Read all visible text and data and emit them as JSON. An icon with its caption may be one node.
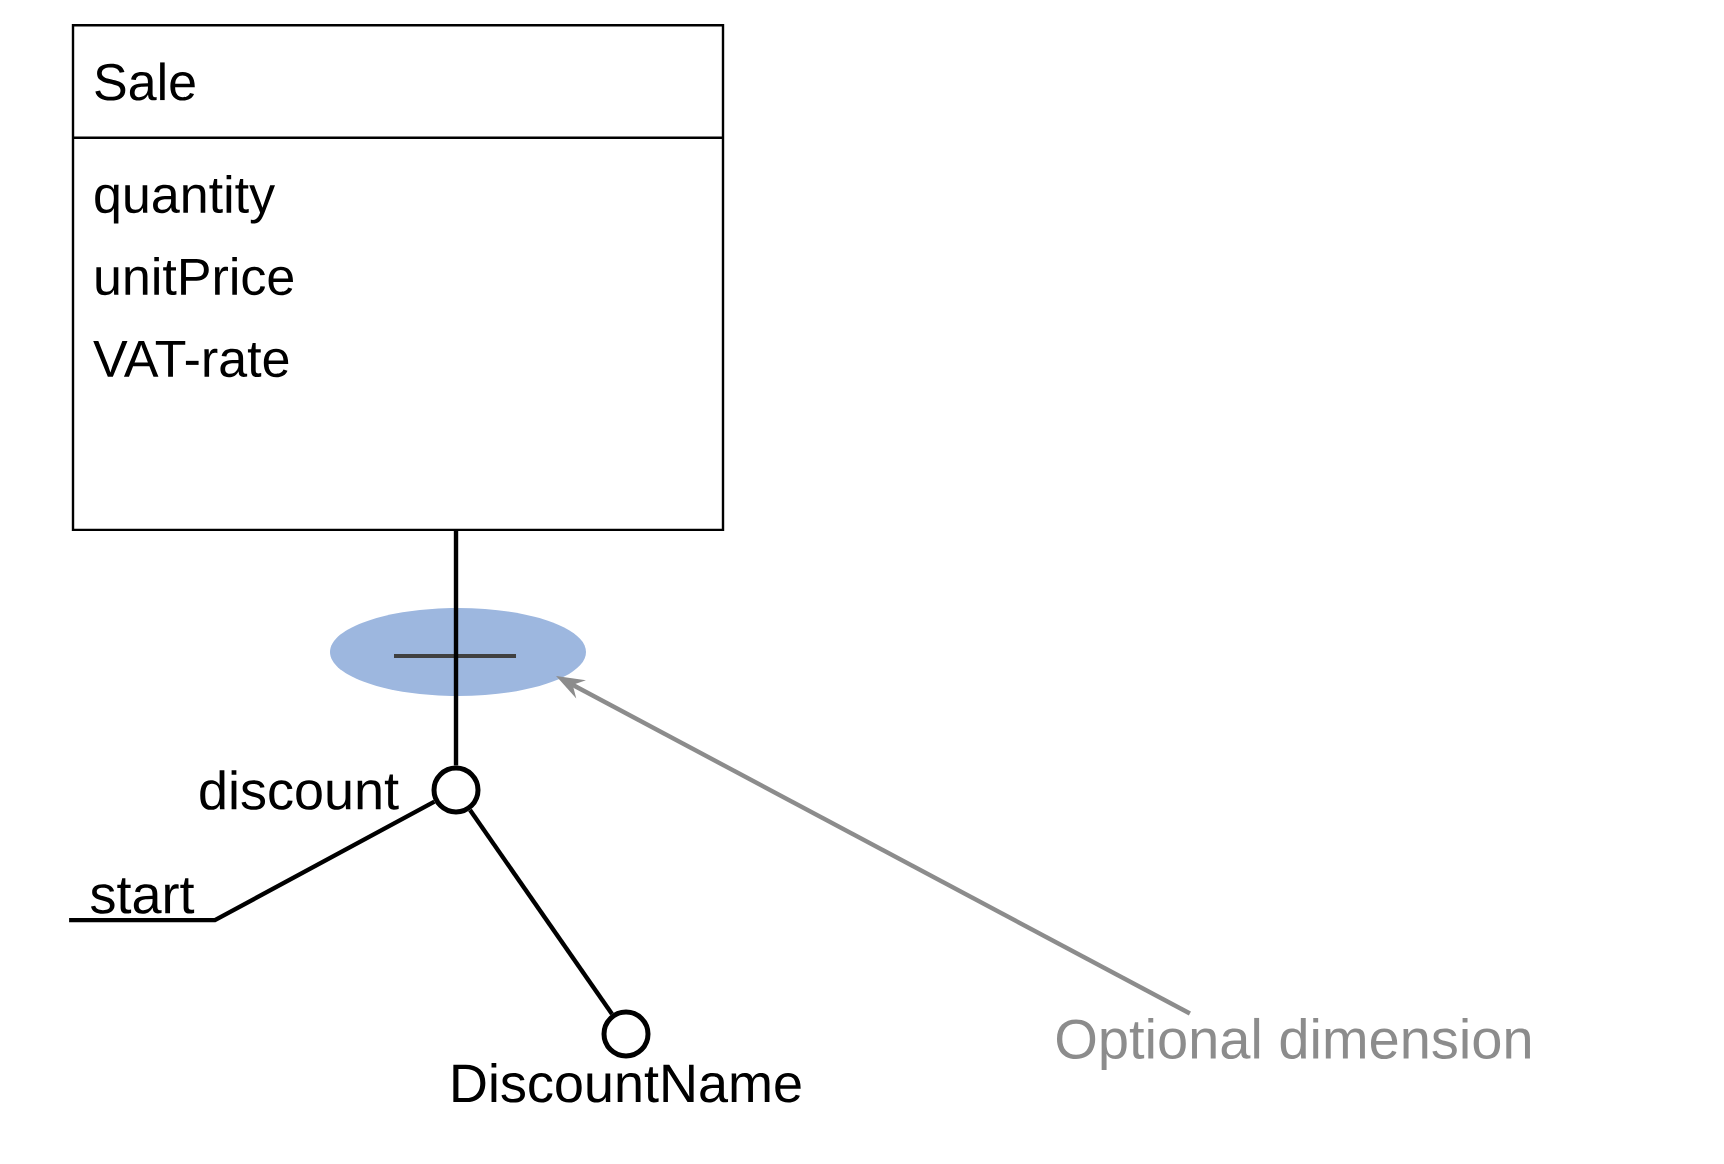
{
  "diagram": {
    "nodes": [
      {
        "text": [
          "Sale",
          "quantity",
          "unitPrice",
          "VAT-rate"
        ]
      },
      {
        "text": [],
        "shape": "circle",
        "beside": [
          "discount"
        ]
      },
      {
        "text": [
          "start"
        ]
      },
      {
        "text": [],
        "shape": "circle",
        "beside": [
          "DiscountName"
        ]
      },
      {
        "text": [
          "Optional dimension"
        ]
      }
    ],
    "edges": [
      {
        "from": 0,
        "to": 1,
        "arrow": "none"
      },
      {
        "from": 1,
        "to": 2,
        "arrow": "none"
      },
      {
        "from": 1,
        "to": 3,
        "arrow": "none"
      },
      {
        "from": 4,
        "to": null,
        "arrow": "to",
        "color": "#8c8c8c"
      }
    ]
  }
}
